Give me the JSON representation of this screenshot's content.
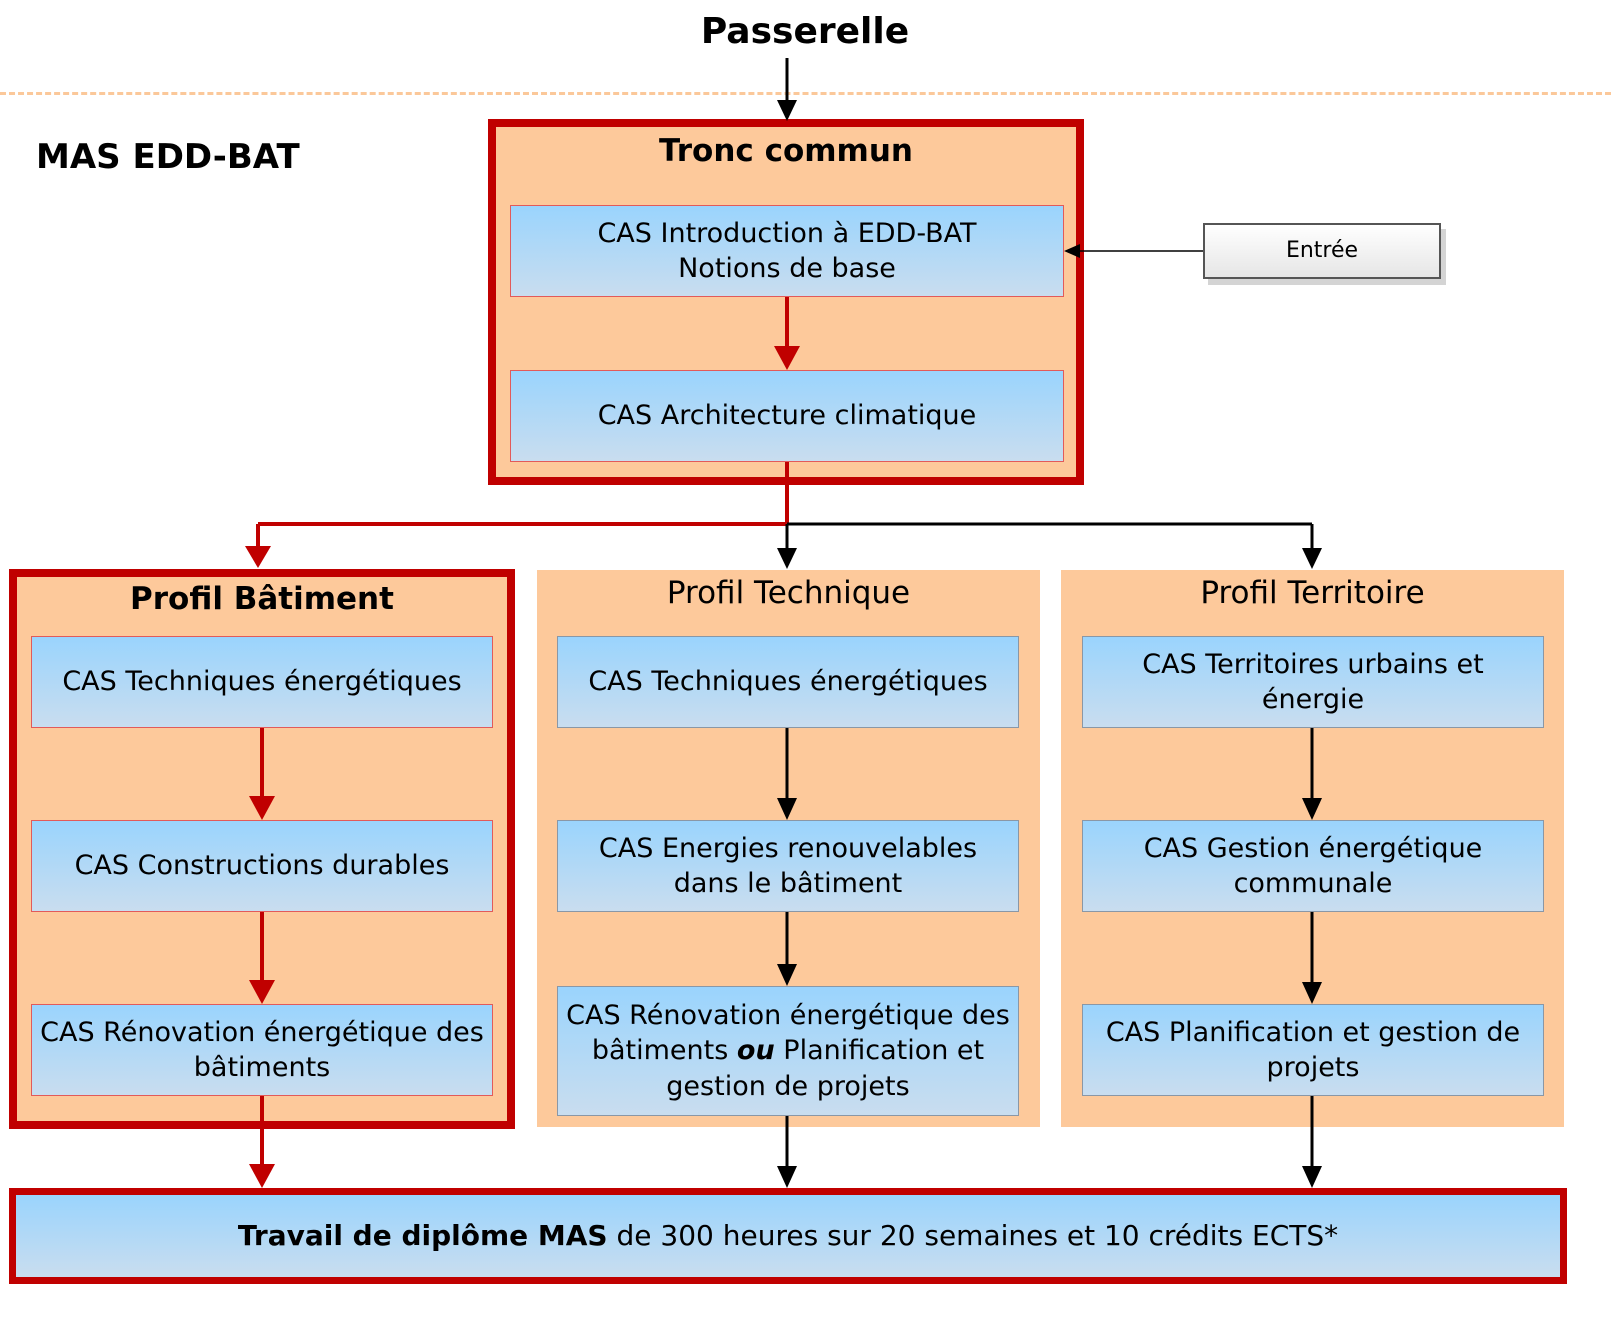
{
  "top_title": "Passerelle",
  "program_title": "MAS EDD-BAT",
  "tronc_commun": {
    "title": "Tronc commun",
    "cas_1_line_1": "CAS Introduction à EDD-BAT",
    "cas_1_line_2": "Notions de base",
    "cas_2": "CAS Architecture climatique"
  },
  "entry_label": "Entrée",
  "profiles": [
    {
      "title": "Profil Bâtiment",
      "cas": [
        "CAS Techniques énergétiques",
        "CAS Constructions durables",
        "CAS Rénovation énergétique des bâtiments"
      ]
    },
    {
      "title": "Profil Technique",
      "cas": [
        "CAS Techniques énergétiques",
        "CAS Energies renouvelables dans le bâtiment",
        "CAS Rénovation énergétique des bâtiments ou Planification et gestion de projets"
      ],
      "cas_3_part_1": "CAS  Rénovation énergétique des bâtiments",
      "cas_3_or": "ou",
      "cas_3_part_2": "Planification et gestion de projets"
    },
    {
      "title": "Profil Territoire",
      "cas": [
        "CAS Territoires urbains et énergie",
        "CAS Gestion énergétique communale",
        "CAS Planification et gestion de projets"
      ]
    }
  ],
  "diploma": {
    "bold_part": "Travail de diplôme MAS",
    "rest": "de 300 heures sur 20 semaines et 10 crédits ECTS*"
  },
  "colors": {
    "highlight_red": "#c00000",
    "group_fill": "#fdc99b",
    "cas_fill_top": "#9ad4fd",
    "cas_fill_bottom": "#c9ddef",
    "dash_line": "#fbc89a"
  }
}
